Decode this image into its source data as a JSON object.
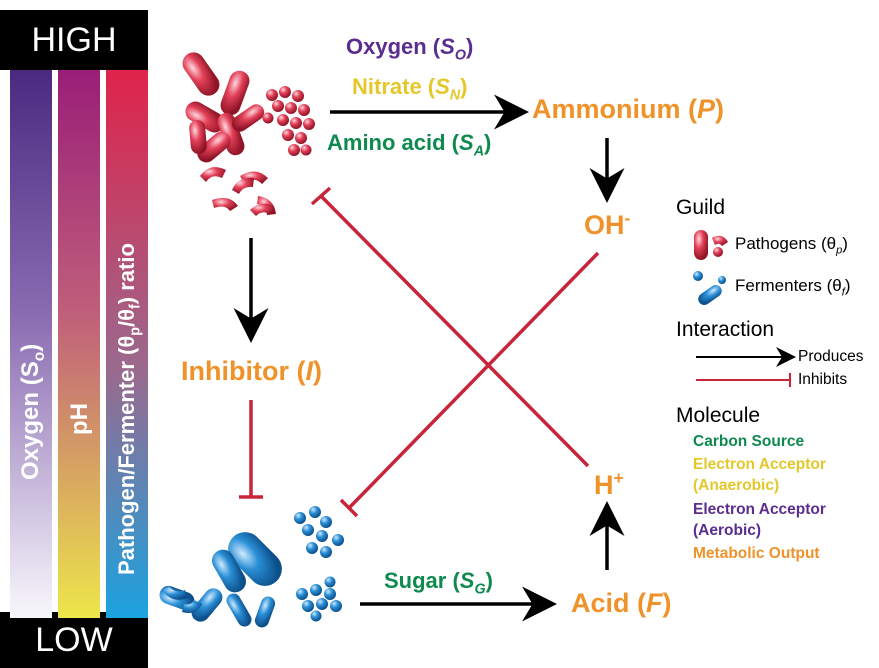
{
  "scale": {
    "high_label": "HIGH",
    "low_label": "LOW",
    "bars": [
      {
        "id": "oxygen",
        "label": "Oxygen (S",
        "sub": "o",
        "suffix": ")",
        "top_color": "#4a2a80",
        "bottom_color": "#f8f7fc"
      },
      {
        "id": "ph",
        "label": "pH",
        "top_color": "#9a1e78",
        "bottom_color": "#ede64a"
      },
      {
        "id": "ratio",
        "label": "Pathogen/Fermenter (θ",
        "sub1": "p",
        "mid": "/θ",
        "sub2": "f",
        "suffix": ") ratio",
        "top_color": "#e0234a",
        "bottom_color": "#1aa3e0"
      }
    ]
  },
  "nodes": {
    "oxygen": {
      "text": "Oxygen (",
      "var": "S",
      "sub": "O",
      "close": ")"
    },
    "nitrate": {
      "text": "Nitrate (",
      "var": "S",
      "sub": "N",
      "close": ")"
    },
    "amino_acid": {
      "text": "Amino acid (",
      "var": "S",
      "sub": "A",
      "close": ")"
    },
    "ammonium": {
      "text": "Ammonium (",
      "var": "P",
      "close": ")"
    },
    "oh": {
      "text": "OH",
      "sup": "-"
    },
    "inhibitor": {
      "text": "Inhibitor (",
      "var": "I",
      "close": ")"
    },
    "h_plus": {
      "text": "H",
      "sup": "+"
    },
    "sugar": {
      "text": "Sugar (",
      "var": "S",
      "sub": "G",
      "close": ")"
    },
    "acid": {
      "text": "Acid (",
      "var": "F",
      "close": ")"
    }
  },
  "legend": {
    "guild_title": "Guild",
    "pathogens_label": "Pathogens (θ",
    "pathogens_sub": "p",
    "fermenters_label": "Fermenters (θ",
    "fermenters_sub": "f",
    "close": ")",
    "interaction_title": "Interaction",
    "produces_label": "Produces",
    "inhibits_label": "Inhibits",
    "molecule_title": "Molecule",
    "molecules": [
      {
        "label": "Carbon Source",
        "color": "#0e8a4f"
      },
      {
        "label": "Electron Acceptor",
        "color": "#e4c72a"
      },
      {
        "label": "(Anaerobic)",
        "color": "#e4c72a"
      },
      {
        "label": "Electron Acceptor",
        "color": "#5b2d8e"
      },
      {
        "label": "(Aerobic)",
        "color": "#5b2d8e"
      },
      {
        "label": "Metabolic Output",
        "color": "#f0922a"
      }
    ]
  },
  "colors": {
    "orange": "#f0922a",
    "green": "#0e8a4f",
    "yellow": "#e4c72a",
    "purple": "#5b2d8e",
    "inhibit_red": "#c8243a",
    "pathogen_red": "#d8283f",
    "fermenter_blue": "#1f7fc8"
  }
}
